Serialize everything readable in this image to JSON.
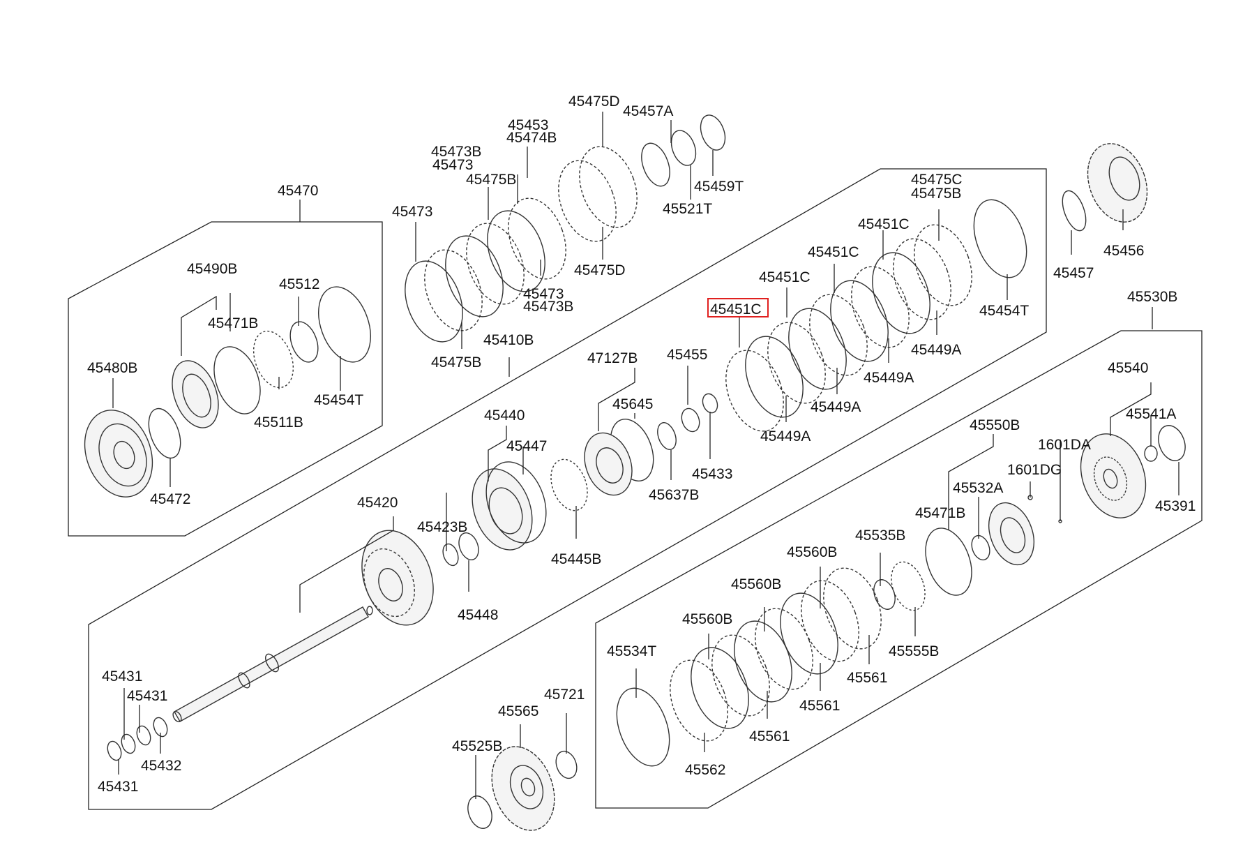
{
  "diagram": {
    "highlight_color": "#e0201f",
    "highlighted_part": "45451C",
    "labels": {
      "p45470": "45470",
      "p45490B": "45490B",
      "p45471B_a": "45471B",
      "p45512": "45512",
      "p45480B": "45480B",
      "p45454T_a": "45454T",
      "p45511B": "45511B",
      "p45472": "45472",
      "p45475D_top": "45475D",
      "p45457A": "45457A",
      "p45453": "45453",
      "p45474B": "45474B",
      "p45473B_top": "45473B",
      "p45473_top": "45473",
      "p45475B_top": "45475B",
      "p45473_left": "45473",
      "p45459T": "45459T",
      "p45521T": "45521T",
      "p45475D_bot": "45475D",
      "p45473_bot": "45473",
      "p45473B_bot": "45473B",
      "p45475B_bot": "45475B",
      "p45410B": "45410B",
      "p45475C": "45475C",
      "p45475B_right": "45475B",
      "p45451C_1": "45451C",
      "p45451C_2": "45451C",
      "p45451C_3": "45451C",
      "p45451C_hl": "45451C",
      "p45454T_b": "45454T",
      "p45449A_1": "45449A",
      "p45449A_2": "45449A",
      "p45449A_3": "45449A",
      "p45449A_4": "45449A",
      "p45457": "45457",
      "p45456": "45456",
      "p45530B": "45530B",
      "p47127B": "47127B",
      "p45455": "45455",
      "p45645": "45645",
      "p45440": "45440",
      "p45447": "45447",
      "p45433": "45433",
      "p45637B": "45637B",
      "p45445B": "45445B",
      "p45420": "45420",
      "p45423B": "45423B",
      "p45448": "45448",
      "p45540": "45540",
      "p45541A": "45541A",
      "p45550B": "45550B",
      "p1601DA": "1601DA",
      "p1601DG": "1601DG",
      "p45532A": "45532A",
      "p45391": "45391",
      "p45471B_b": "45471B",
      "p45535B": "45535B",
      "p45560B_1": "45560B",
      "p45560B_2": "45560B",
      "p45560B_3": "45560B",
      "p45534T": "45534T",
      "p45555B": "45555B",
      "p45561_1": "45561",
      "p45561_2": "45561",
      "p45561_3": "45561",
      "p45562": "45562",
      "p45431_1": "45431",
      "p45431_2": "45431",
      "p45431_3": "45431",
      "p45432": "45432",
      "p45721": "45721",
      "p45565": "45565",
      "p45525B": "45525B"
    }
  }
}
